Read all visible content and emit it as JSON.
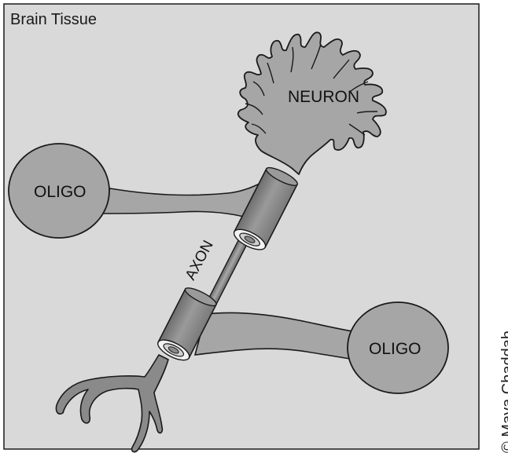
{
  "panel": {
    "title": "Brain Tissue"
  },
  "labels": {
    "neuron": "NEURON",
    "oligo_top": "OLIGO",
    "oligo_bottom": "OLIGO",
    "axon": "AXON"
  },
  "credit": "© Maya Chaddah",
  "colors": {
    "background": "#d9d9d9",
    "cell_fill": "#a6a6a6",
    "sheath_fill": "#8a8a8a",
    "outline": "#1a1a1a"
  }
}
